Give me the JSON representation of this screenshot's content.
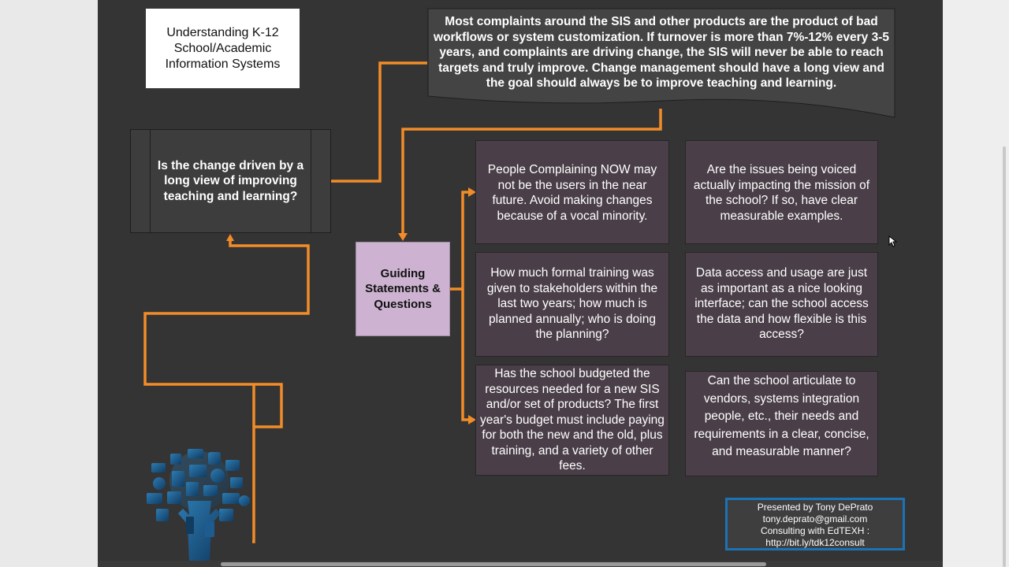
{
  "title": "Understanding K-12 School/Academic Information Systems",
  "banner": "Most complaints around the SIS and other products are the product of bad workflows or system customization. If turnover is more than 7%-12% every 3-5 years, and complaints are driving change, the SIS will never be able to reach targets and truly improve. Change management should have a long view and the goal should always be to improve teaching and learning.",
  "change_question": "Is the change driven by a long view of improving teaching and learning?",
  "guide_label": "Guiding Statements & Questions",
  "questions": [
    "People Complaining NOW may not be the users in the near future. Avoid making changes because of a vocal minority.",
    "Are the issues being voiced actually impacting the mission of the school? If so, have clear measurable examples.",
    "How much formal training was given to stakeholders within the last two years; how much is planned annually; who is doing the planning?",
    "Data access and usage are just as important as a nice looking interface; can the school access the data and how flexible is this access?",
    "Has the school budgeted the resources needed for a new SIS and/or set of products? The first year's budget must include paying for both the new and the old, plus training, and a variety of other fees.",
    "Can the school articulate to vendors, systems integration people, etc., their needs and requirements in a clear, concise, and measurable manner?"
  ],
  "footer": {
    "line1": "Presented by Tony DePrato",
    "line2": "tony.deprato@gmail.com",
    "line3": "Consulting with EdTEXH :",
    "line4": "http://bit.ly/tdk12consult"
  },
  "colors": {
    "slide_bg": "#343434",
    "connector": "#f28c28",
    "question_bg": "#4a3f48",
    "guide_bg": "#cdb3d1",
    "footer_border": "#1b73b5"
  },
  "icons": [
    "tree-logo-icon",
    "cursor-icon"
  ]
}
